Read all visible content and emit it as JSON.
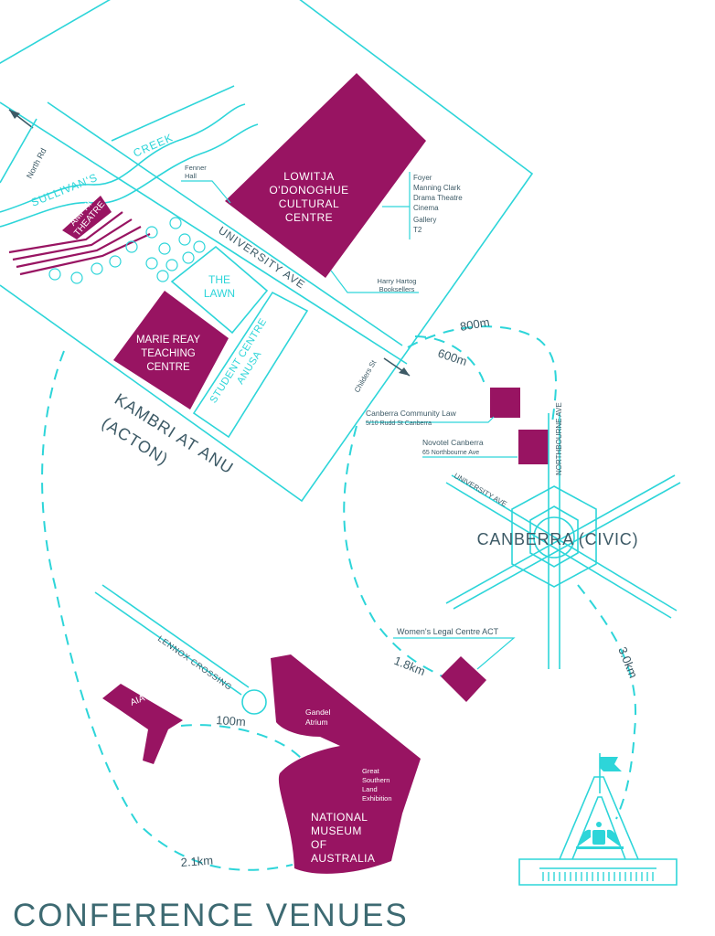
{
  "title": "CONFERENCE VENUES",
  "colors": {
    "accent_teal": "#2dd5d9",
    "venue_magenta": "#981462",
    "label_slate": "#3d5a66"
  },
  "roads": {
    "north_rd": "North Rd",
    "creek": "CREEK",
    "sullivans": "SULLIVAN'S",
    "university_ave": "UNIVERSITY AVE",
    "childers_st": "Childers St",
    "lennox_crossing": "LENNOX CROSSING",
    "university_ave_civic": "UNIVERSITY AVE",
    "northbourne_ave": "NORTHBOURNE AVE"
  },
  "areas": {
    "kambri_line1": "KAMBRI AT ANU",
    "kambri_line2": "(ACTON)",
    "canberra_civic": "CANBERRA (CIVIC)"
  },
  "venues": {
    "lowitja": [
      "LOWITJA",
      "O'DONOGHUE",
      "CULTURAL",
      "CENTRE"
    ],
    "lowitja_rooms": [
      "Foyer",
      "Manning Clark",
      "Drama Theatre",
      "Cinema",
      "Gallery",
      "T2"
    ],
    "fenner_hall": [
      "Fenner",
      "Hall"
    ],
    "harry_hartog": [
      "Harry Hartog",
      "Booksellers"
    ],
    "amphitheatre": [
      "AMPHI-",
      "THEATRE"
    ],
    "the_lawn": [
      "THE",
      "LAWN"
    ],
    "marie_reay": [
      "MARIE REAY",
      "TEACHING",
      "CENTRE"
    ],
    "student_centre": [
      "STUDENT CENTRE",
      "ANUSA"
    ],
    "aiatsis": "AIATSIS",
    "nma": [
      "NATIONAL",
      "MUSEUM",
      "OF",
      "AUSTRALIA"
    ],
    "gandel_atrium": [
      "Gandel",
      "Atrium"
    ],
    "great_southern": [
      "Great",
      "Southern",
      "Land",
      "Exhibition"
    ]
  },
  "places": {
    "community_law_name": "Canberra Community Law",
    "community_law_addr": "5/10 Rudd St Canberra",
    "novotel_name": "Novotel Canberra",
    "novotel_addr": "65 Northbourne Ave",
    "womens_legal": "Women's Legal Centre ACT"
  },
  "distances": {
    "d800": "800m",
    "d600": "600m",
    "d1_8": "1.8km",
    "d3_0": "3.0km",
    "d100": "100m",
    "d2_1": "2.1km"
  },
  "icons": [
    "tree-icon",
    "parliament-house-icon",
    "flag-icon",
    "coat-of-arms-icon",
    "arrow-icon"
  ]
}
